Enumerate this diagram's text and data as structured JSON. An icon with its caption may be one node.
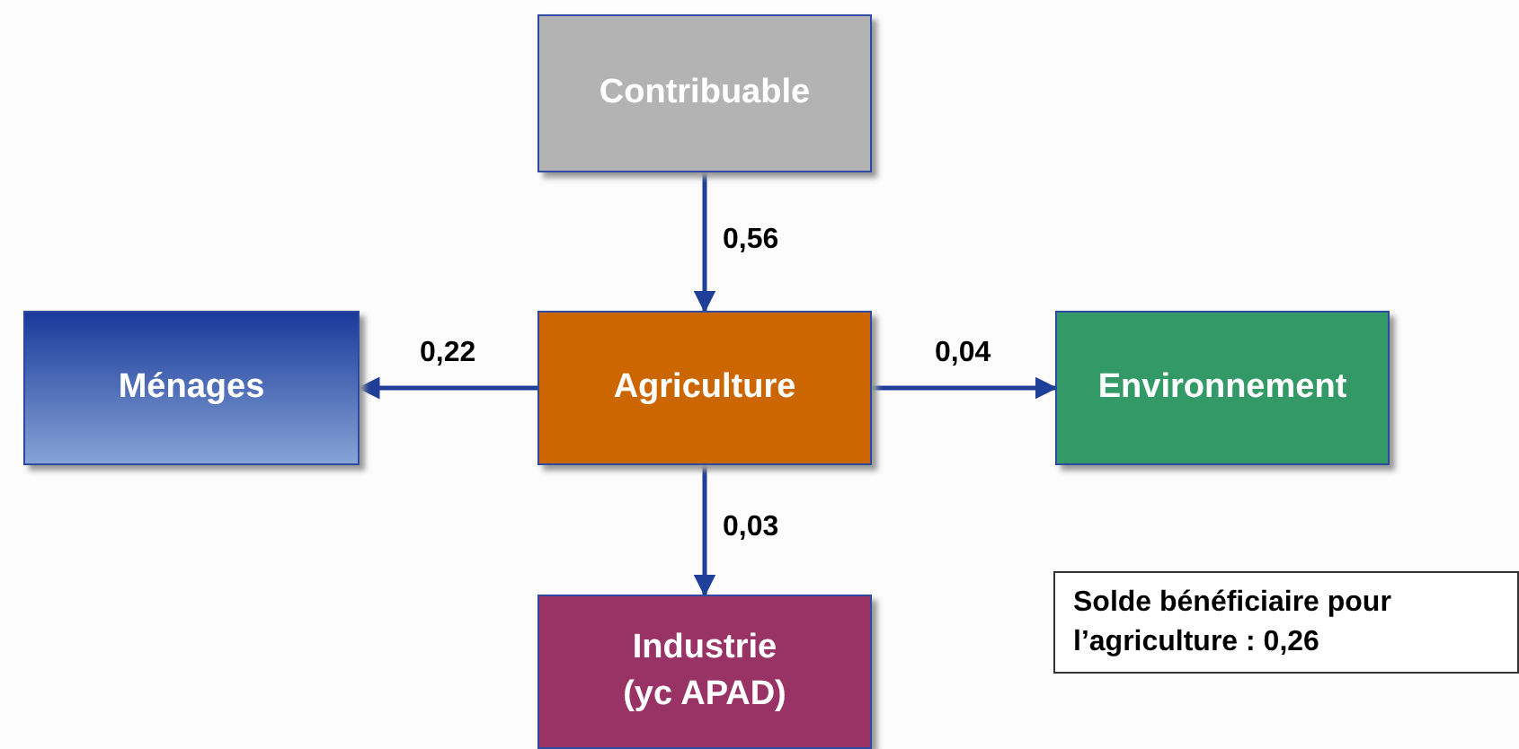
{
  "diagram": {
    "nodes": [
      {
        "text": [
          "Contribuable"
        ]
      },
      {
        "text": [
          "Ménages"
        ]
      },
      {
        "text": [
          "Agriculture"
        ]
      },
      {
        "text": [
          "Environnement"
        ]
      },
      {
        "text": [
          "Industrie (yc APAD)"
        ]
      },
      {
        "text": [
          "Solde bénéficiaire pour l’agriculture : 0,26"
        ]
      }
    ],
    "edges": [
      {
        "from": 0,
        "to": 2,
        "arrow": "to",
        "label": "0,56"
      },
      {
        "from": 2,
        "to": 1,
        "arrow": "to",
        "label": "0,22"
      },
      {
        "from": 2,
        "to": 3,
        "arrow": "to",
        "label": "0,04"
      },
      {
        "from": 2,
        "to": 4,
        "arrow": "to",
        "label": "0,03"
      }
    ]
  }
}
